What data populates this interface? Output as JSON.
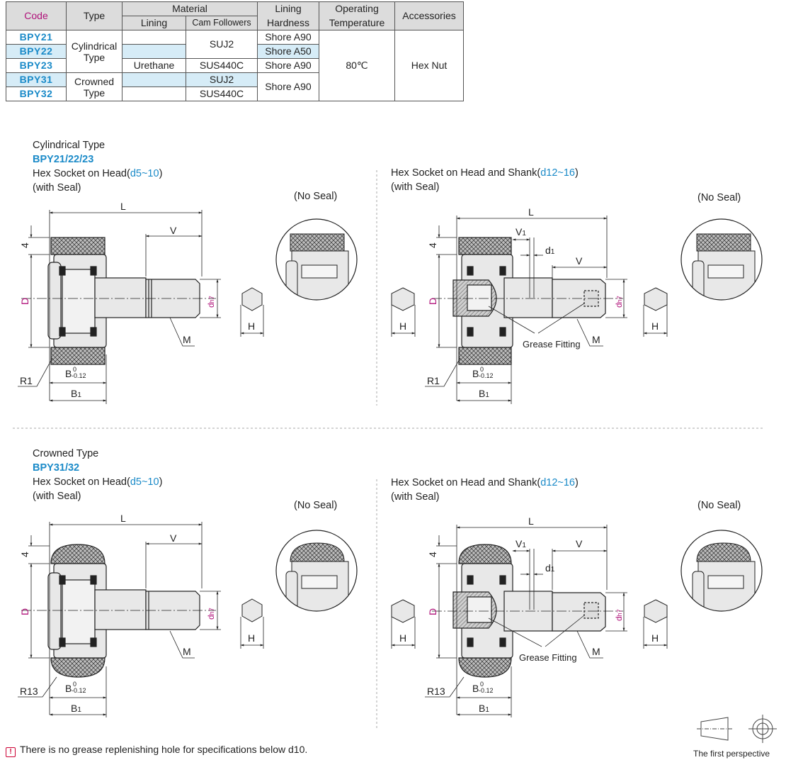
{
  "table": {
    "headers": {
      "code": "Code",
      "type": "Type",
      "material": "Material",
      "lining": "Lining",
      "cam_followers": "Cam Followers",
      "lining_hardness_1": "Lining",
      "lining_hardness_2": "Hardness",
      "operating_1": "Operating",
      "operating_2": "Temperature",
      "accessories": "Accessories"
    },
    "rows": [
      {
        "code": "BPY21",
        "hardness": "Shore A90"
      },
      {
        "code": "BPY22",
        "hardness": "Shore A50"
      },
      {
        "code": "BPY23",
        "hardness": "Shore A90"
      },
      {
        "code": "BPY31"
      },
      {
        "code": "BPY32"
      }
    ],
    "type_cyl_1": "Cylindrical",
    "type_cyl_2": "Type",
    "type_crown_1": "Crowned",
    "type_crown_2": "Type",
    "lining_value": "Urethane",
    "cam_suj2": "SUJ2",
    "cam_sus440c": "SUS440C",
    "cam_suj2_b": "SUJ2",
    "cam_sus440c_b": "SUS440C",
    "hardness_merged": "Shore A90",
    "temperature": "80℃",
    "accessories_value": "Hex Nut"
  },
  "sections": {
    "cyl_type": "Cylindrical Type",
    "cyl_codes": "BPY21/22/23",
    "crown_type": "Crowned Type",
    "crown_codes": "BPY31/32",
    "head_prefix": "Hex Socket on Head(",
    "head_range": "d5~10",
    "head_suffix": ")",
    "shank_prefix": "Hex Socket on Head and Shank(",
    "shank_range": "d12~16",
    "shank_suffix": ")",
    "with_seal": "(with Seal)",
    "no_seal": "(No Seal)"
  },
  "labels": {
    "L": "L",
    "V": "V",
    "V1": "V",
    "V1_sub": "1",
    "d1": "d",
    "d1_sub": "1",
    "four": "4",
    "D": "D",
    "dh7": "d",
    "dh7_sub": "h7",
    "M": "M",
    "H": "H",
    "R1": "R1",
    "R13": "R13",
    "B": "B",
    "B_tol_top": "0",
    "B_tol_bot": "-0.12",
    "B1": "B",
    "B1_sub": "1",
    "grease": "Grease Fitting"
  },
  "note": "There is no grease replenishing hole for specifications below d10.",
  "perspective": "The first perspective"
}
